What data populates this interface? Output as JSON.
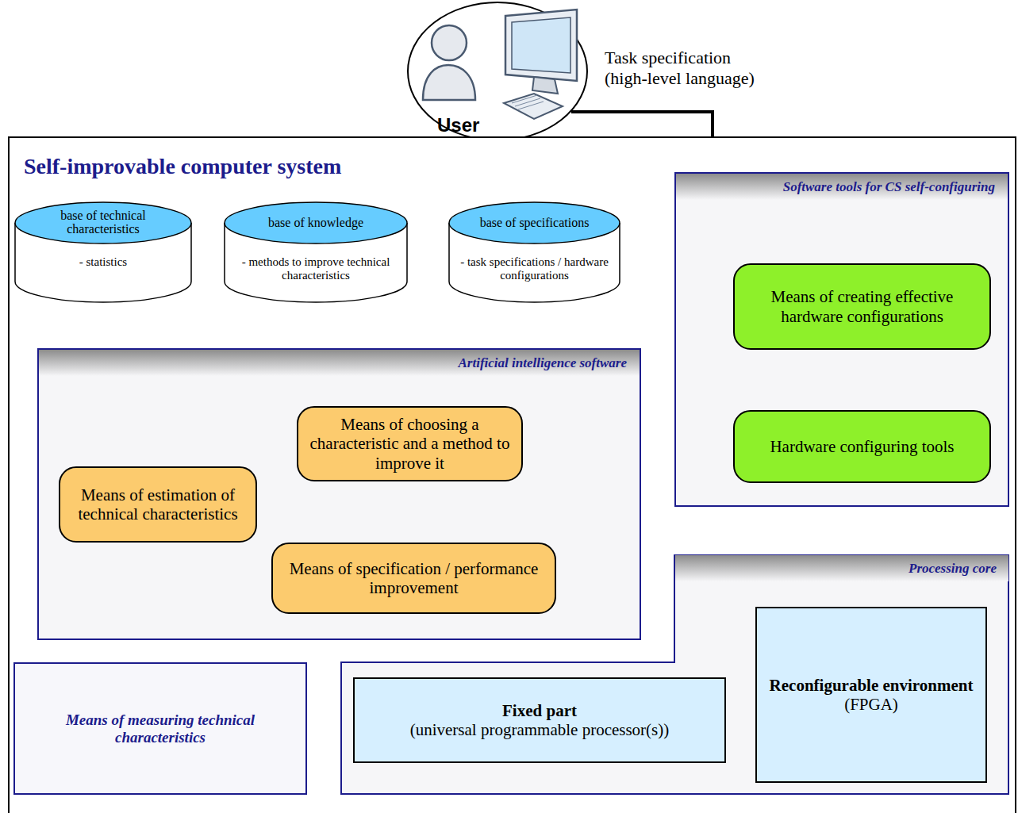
{
  "diagram": {
    "nodes": [
      {
        "text": [
          "User"
        ]
      },
      {
        "text": [
          "Self-improvable computer system"
        ]
      },
      {
        "text": [
          "base of technical characteristics",
          "- statistics"
        ],
        "in": 1
      },
      {
        "text": [
          "base of knowledge",
          "- methods to improve technical characteristics"
        ],
        "in": 1
      },
      {
        "text": [
          "base of specifications",
          "- task specifications / hardware configurations"
        ],
        "in": 1
      },
      {
        "text": [
          "Software tools for CS self-configuring"
        ],
        "in": 1
      },
      {
        "text": [
          "Means of creating effective hardware configurations"
        ],
        "in": 5
      },
      {
        "text": [
          "Hardware configuring tools"
        ],
        "in": 5
      },
      {
        "text": [
          "Artificial intelligence software"
        ],
        "in": 1
      },
      {
        "text": [
          "Means of choosing a characteristic and a method to improve it"
        ],
        "in": 8
      },
      {
        "text": [
          "Means of estimation of technical characteristics"
        ],
        "in": 8
      },
      {
        "text": [
          "Means of specification / performance improvement"
        ],
        "in": 8
      },
      {
        "text": [
          "Processing core"
        ],
        "in": 1
      },
      {
        "text": [
          "Fixed part",
          "(universal programmable processor(s))"
        ],
        "in": 12
      },
      {
        "text": [
          "Reconfigurable environment",
          "(FPGA)"
        ],
        "in": 12
      },
      {
        "text": [
          "Means of measuring technical characteristics"
        ],
        "in": 1
      }
    ],
    "edges": [
      {
        "from": 0,
        "to": 5,
        "arrow": "to",
        "label": "Task specification (high-level language)"
      },
      {
        "from": 5,
        "to": 6,
        "arrow": "to"
      },
      {
        "from": 6,
        "to": 4,
        "arrow": "to"
      },
      {
        "from": 4,
        "to": 7,
        "arrow": "to"
      },
      {
        "from": 7,
        "to": 13,
        "arrow": "to"
      },
      {
        "from": 7,
        "to": 14,
        "arrow": "to"
      },
      {
        "from": 13,
        "to": 15,
        "arrow": "to"
      },
      {
        "from": 14,
        "to": 15,
        "arrow": "to"
      },
      {
        "from": 15,
        "to": 10,
        "arrow": "to"
      },
      {
        "from": 10,
        "to": 2,
        "arrow": "to"
      },
      {
        "from": 2,
        "to": 10,
        "arrow": "to"
      },
      {
        "from": 10,
        "to": 9,
        "arrow": "to"
      },
      {
        "from": 3,
        "to": 9,
        "arrow": "to"
      },
      {
        "from": 9,
        "to": 11,
        "arrow": "to"
      },
      {
        "from": 4,
        "to": 11,
        "arrow": "to"
      },
      {
        "from": 11,
        "to": 6,
        "arrow": "to"
      }
    ]
  }
}
